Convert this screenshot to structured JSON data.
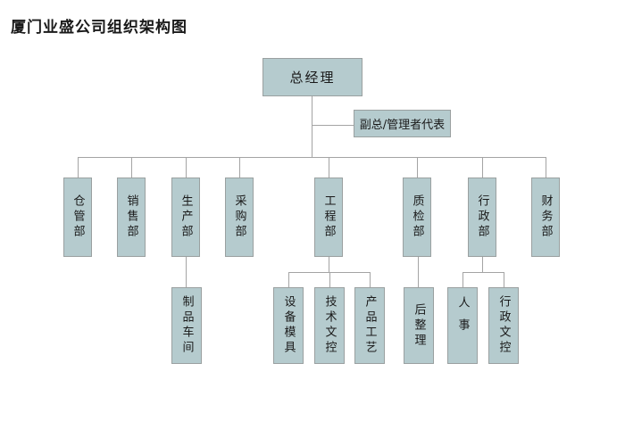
{
  "title": "厦门业盛公司组织架构图",
  "org": {
    "root": {
      "label": "总经理"
    },
    "deputy": {
      "label": "副总/管理者代表"
    },
    "departments": [
      {
        "label": "仓管部"
      },
      {
        "label": "销售部"
      },
      {
        "label": "生产部"
      },
      {
        "label": "采购部"
      },
      {
        "label": "工程部"
      },
      {
        "label": "质检部"
      },
      {
        "label": "行政部"
      },
      {
        "label": "财务部"
      }
    ],
    "subunits": [
      {
        "label": "制品车间",
        "parent": "生产部"
      },
      {
        "label": "设备模具",
        "parent": "工程部"
      },
      {
        "label": "技术文控",
        "parent": "工程部"
      },
      {
        "label": "产品工艺",
        "parent": "工程部"
      },
      {
        "label": "后整理",
        "parent": "质检部"
      },
      {
        "label": "人事",
        "parent": "行政部"
      },
      {
        "label": "行政文控",
        "parent": "行政部"
      }
    ]
  },
  "colors": {
    "node_fill": "#b5cbce",
    "node_border": "#9aa0a0",
    "connector": "#a4a4a4",
    "text": "#1a1a1a",
    "background": "#ffffff"
  }
}
